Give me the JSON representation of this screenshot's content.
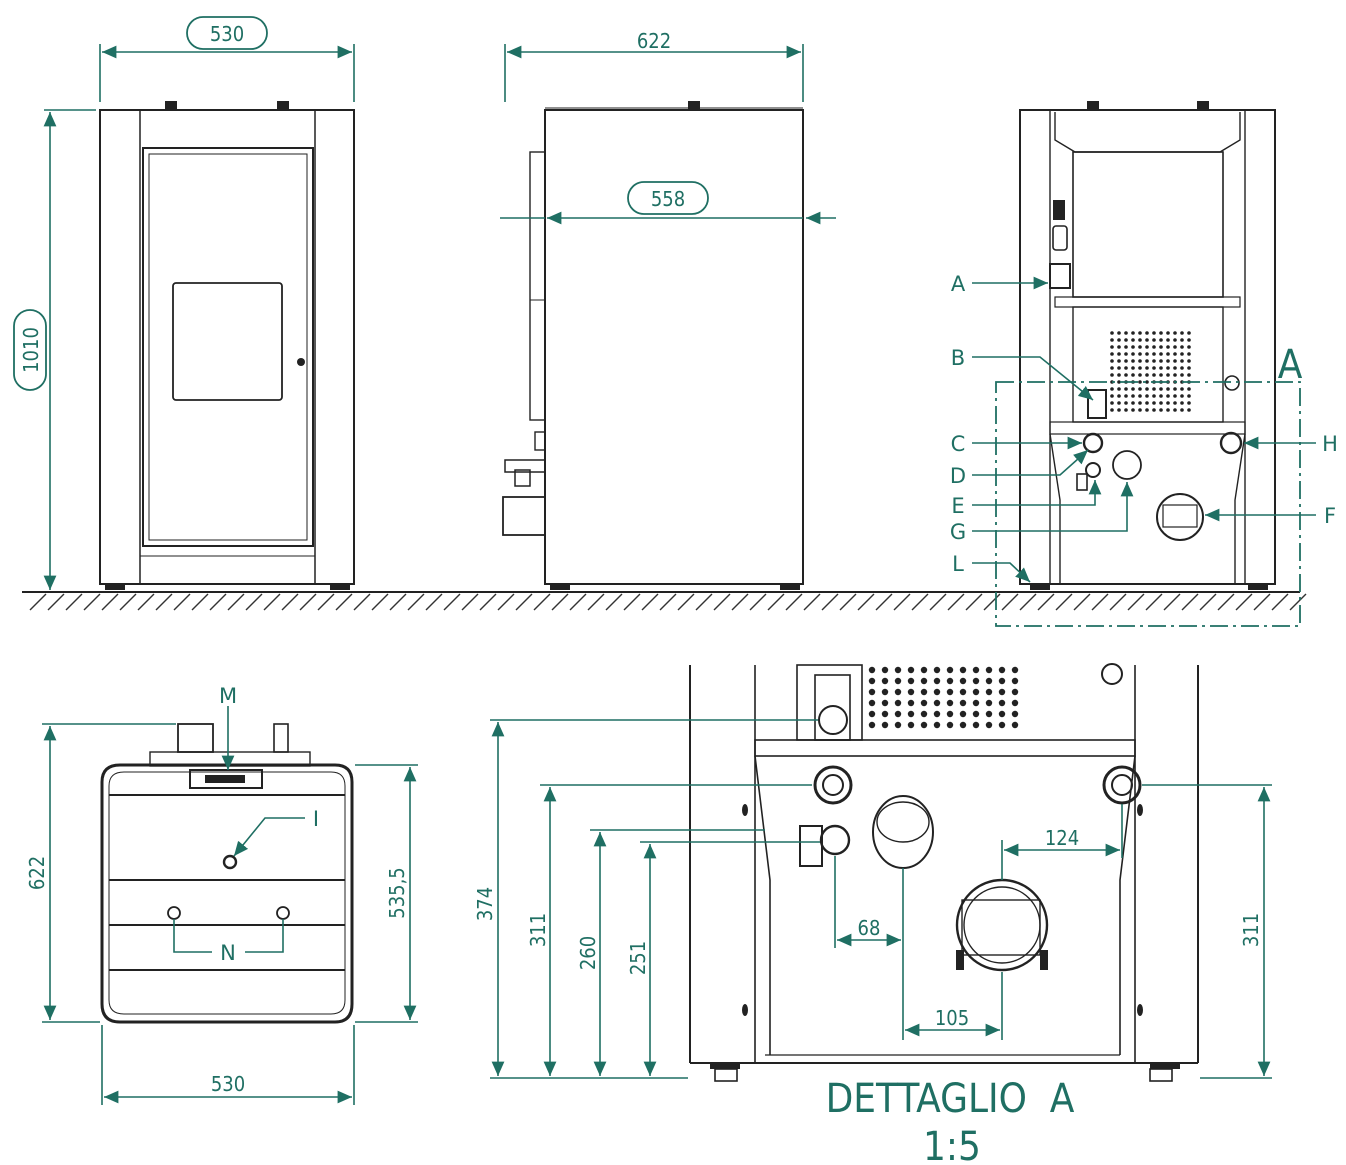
{
  "front_view": {
    "width": "530",
    "height": "1010"
  },
  "side_view": {
    "depth": "622",
    "depth_inner": "558"
  },
  "rear_labels": [
    "A",
    "B",
    "C",
    "D",
    "E",
    "G",
    "L",
    "H",
    "F"
  ],
  "section_marker": "A",
  "top_view": {
    "depth": "622",
    "depth_inner": "535,5",
    "width": "530",
    "label_m": "M",
    "label_i": "I",
    "label_n": "N"
  },
  "detail": {
    "h374": "374",
    "h311_left": "311",
    "h260": "260",
    "h251": "251",
    "h311_right": "311",
    "w124": "124",
    "w68": "68",
    "w105": "105",
    "title": "DETTAGLIO  A",
    "scale": "1:5"
  },
  "colors": {
    "dimension": "#1f6f63",
    "outline": "#222222"
  }
}
